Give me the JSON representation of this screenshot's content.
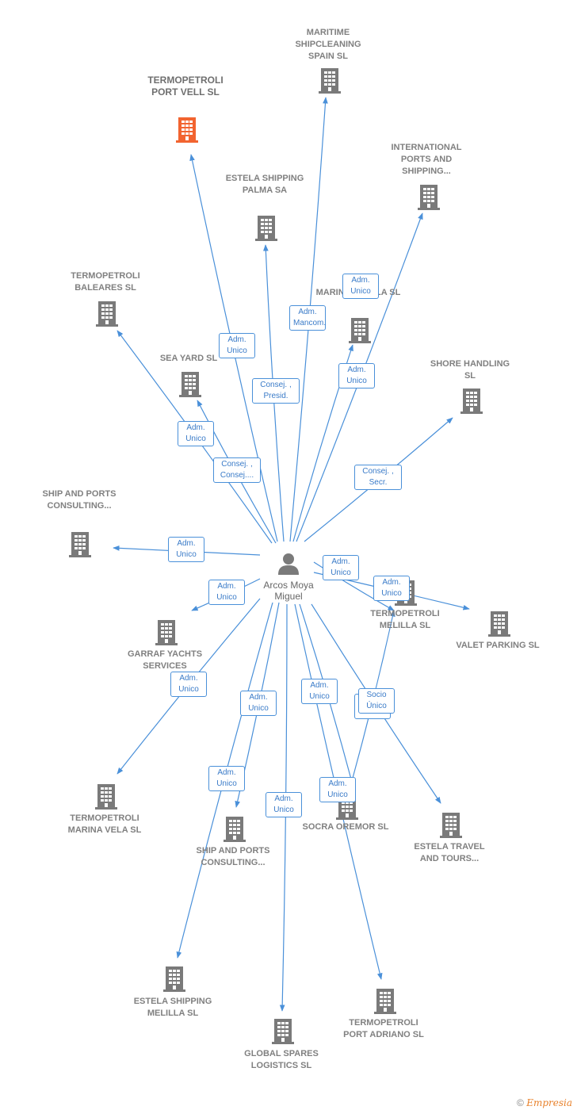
{
  "colors": {
    "edge": "#4a90d9",
    "building": "#7a7a7a",
    "focus_building": "#f26430",
    "person": "#7a7a7a"
  },
  "center": {
    "name": "Arcos Moya Miguel",
    "icon": "person-icon"
  },
  "companies": [
    {
      "id": "termopetroli-port-vell",
      "label": "TERMOPETROLI PORT VELL SL",
      "focus": true
    },
    {
      "id": "maritime-shipcleaning",
      "label": "MARITIME SHIPCLEANING SPAIN SL"
    },
    {
      "id": "international-ports",
      "label": "INTERNATIONAL PORTS AND SHIPPING..."
    },
    {
      "id": "estela-shipping-palma",
      "label": "ESTELA SHIPPING PALMA SA"
    },
    {
      "id": "termopetroli-baleares",
      "label": "TERMOPETROLI BALEARES SL"
    },
    {
      "id": "marina-estela",
      "label": "MARINA ESTELA SL"
    },
    {
      "id": "sea-yard",
      "label": "SEA YARD SL"
    },
    {
      "id": "shore-handling",
      "label": "SHORE HANDLING SL"
    },
    {
      "id": "ship-ports-consulting-1",
      "label": "SHIP AND PORTS CONSULTING..."
    },
    {
      "id": "termopetroli-melilla",
      "label": "TERMOPETROLI MELILLA SL"
    },
    {
      "id": "valet-parking",
      "label": "VALET PARKING SL"
    },
    {
      "id": "garraf-yachts",
      "label": "GARRAF YACHTS SERVICES"
    },
    {
      "id": "termopetroli-marina-vela",
      "label": "TERMOPETROLI MARINA VELA SL"
    },
    {
      "id": "ship-ports-consulting-2",
      "label": "SHIP AND PORTS CONSULTING..."
    },
    {
      "id": "socra-oremor",
      "label": "SOCRA OREMOR SL"
    },
    {
      "id": "estela-travel",
      "label": "ESTELA TRAVEL AND TOURS..."
    },
    {
      "id": "estela-shipping-melilla",
      "label": "ESTELA SHIPPING MELILLA SL"
    },
    {
      "id": "global-spares",
      "label": "GLOBAL SPARES LOGISTICS SL"
    },
    {
      "id": "termopetroli-port-adriano",
      "label": "TERMOPETROLI PORT ADRIANO SL"
    }
  ],
  "relations": [
    {
      "to": "termopetroli-port-vell",
      "role": "Adm. Unico"
    },
    {
      "to": "maritime-shipcleaning",
      "role": "Adm. Mancom."
    },
    {
      "to": "estela-shipping-palma",
      "role": "Consej. , Presid."
    },
    {
      "to": "international-ports",
      "role": "Adm. Unico"
    },
    {
      "to": "marina-estela",
      "role": "Adm. Unico"
    },
    {
      "to": "termopetroli-baleares",
      "role": "Adm. Unico"
    },
    {
      "to": "sea-yard",
      "role": "Consej. , Consej...."
    },
    {
      "to": "shore-handling",
      "role": "Consej. , Secr."
    },
    {
      "to": "ship-ports-consulting-1",
      "role": "Adm. Unico"
    },
    {
      "to": "garraf-yachts",
      "role": "Adm. Unico"
    },
    {
      "to": "termopetroli-melilla",
      "role": "Adm. Unico"
    },
    {
      "to": "valet-parking",
      "role": "Adm. Unico"
    },
    {
      "to": "termopetroli-marina-vela",
      "role": "Adm. Unico"
    },
    {
      "to": "ship-ports-consulting-2",
      "role": "Adm. Unico"
    },
    {
      "to": "estela-shipping-melilla",
      "role": "Adm. Unico"
    },
    {
      "to": "global-spares",
      "role": "Adm. Unico"
    },
    {
      "to": "termopetroli-port-adriano",
      "role": "Adm. Unico"
    },
    {
      "to": "socra-oremor",
      "role": "Adm. Unico"
    },
    {
      "to": "estela-travel",
      "role": "Socio Único"
    },
    {
      "to": "termopetroli-melilla",
      "role": "Socio Único"
    }
  ],
  "footer": {
    "copyright_symbol": "©",
    "brand": "Empresia"
  }
}
